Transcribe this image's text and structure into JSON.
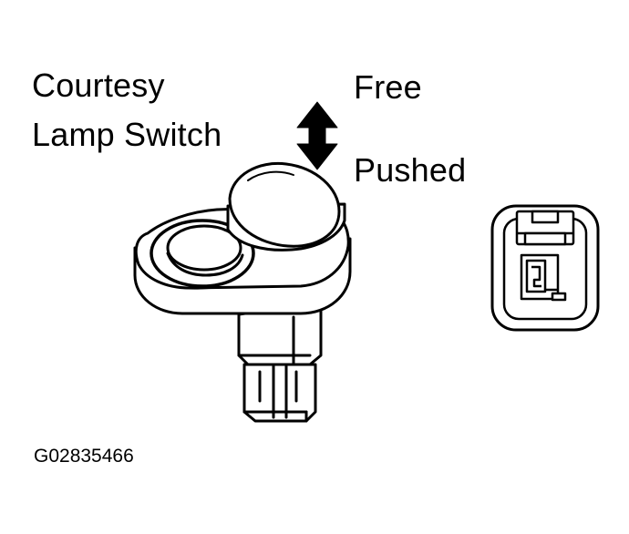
{
  "labels": {
    "switch_name_line1": "Courtesy",
    "switch_name_line2": "Lamp Switch",
    "state_free": "Free",
    "state_pushed": "Pushed",
    "figure_code": "G02835466"
  },
  "icons": {
    "direction_arrow": "double-vertical-arrow-icon",
    "switch": "courtesy-lamp-switch-illustration",
    "connector": "connector-front-view-illustration"
  },
  "colors": {
    "line": "#000000",
    "background": "#ffffff"
  }
}
